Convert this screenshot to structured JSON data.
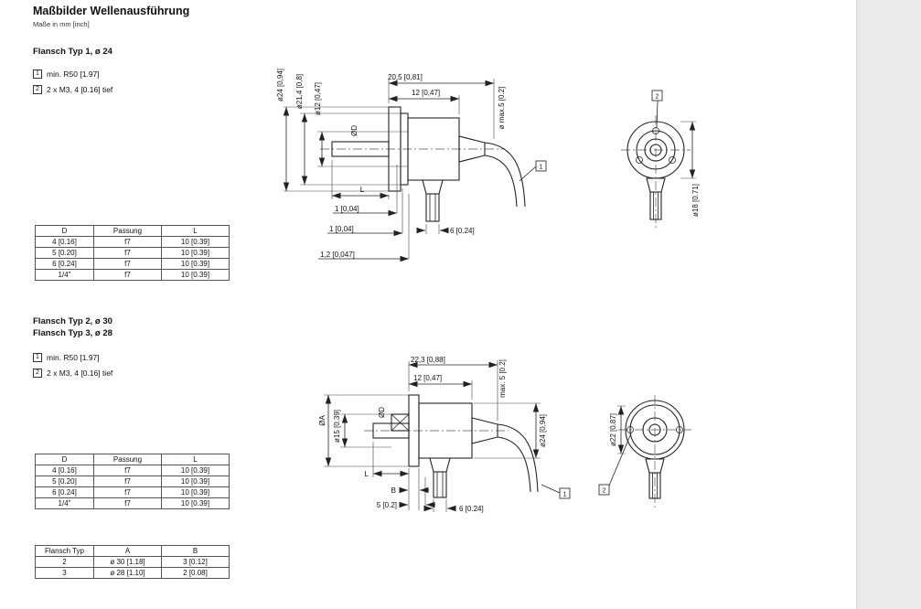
{
  "page": {
    "title": "Maßbilder Wellenausführung",
    "subtitle": "Maße in mm [inch]"
  },
  "section1": {
    "heading": "Flansch Typ 1, ø 24",
    "notes": [
      {
        "ref": "1",
        "text": "min. R50 [1.97]"
      },
      {
        "ref": "2",
        "text": "2 x M3, 4 [0.16] tief"
      }
    ],
    "table": {
      "headers": [
        "D",
        "Passung",
        "L"
      ],
      "rows": [
        [
          "4 [0.16]",
          "f7",
          "10 [0.39]"
        ],
        [
          "5 [0.20]",
          "f7",
          "10 [0.39]"
        ],
        [
          "6 [0.24]",
          "f7",
          "10 [0.39]"
        ],
        [
          "1/4\"",
          "f7",
          "10 [0.39]"
        ]
      ]
    },
    "drawing": {
      "dia24": "ø24 [0,94]",
      "dia21_4": "ø21,4 [0,8]",
      "dia12": "ø12 [0,47]",
      "depth_total": "20,5 [0,81]",
      "depth_body": "12 [0,47]",
      "cable_dia": "ø max.5 [0.2]",
      "shaft_dia": "ØD",
      "shaft_len": "L",
      "step1": "1 [0,04]",
      "step2": "1 [0,04]",
      "step3": "1,2 [0,047]",
      "conn_width": "6 [0.24]",
      "callout1": "1",
      "callout2": "2",
      "dia18": "ø18 [0.71]"
    }
  },
  "section2": {
    "heading_line1": "Flansch Typ 2, ø 30",
    "heading_line2": "Flansch Typ 3, ø 28",
    "notes": [
      {
        "ref": "1",
        "text": "min. R50 [1.97]"
      },
      {
        "ref": "2",
        "text": "2 x M3, 4 [0.16] tief"
      }
    ],
    "table": {
      "headers": [
        "D",
        "Passung",
        "L"
      ],
      "rows": [
        [
          "4 [0.16]",
          "f7",
          "10 [0.39]"
        ],
        [
          "5 [0.20]",
          "f7",
          "10 [0.39]"
        ],
        [
          "6 [0.24]",
          "f7",
          "10 [0.39]"
        ],
        [
          "1/4\"",
          "f7",
          "10 [0.39]"
        ]
      ]
    },
    "flansch_table": {
      "headers": [
        "Flansch Typ",
        "A",
        "B"
      ],
      "rows": [
        [
          "2",
          "ø 30 [1.18]",
          "3 [0.12]"
        ],
        [
          "3",
          "ø 28 [1.10]",
          "2 [0.08]"
        ]
      ]
    },
    "drawing": {
      "depth_total": "22,3 [0,88]",
      "depth_body": "12 [0,47]",
      "cable_dia": "max. 5 [0.2]",
      "dia_A": "ØA",
      "dia15": "ø15 [0.39]",
      "shaft_dia": "ØD",
      "shaft_len": "L",
      "flange_B": "B",
      "collar5": "5 [0.2]",
      "conn_width": "6 [0.24]",
      "dia24": "ø24 [0,94]",
      "dia22": "ø22 [0.87]",
      "callout1": "1",
      "callout2": "2"
    }
  }
}
